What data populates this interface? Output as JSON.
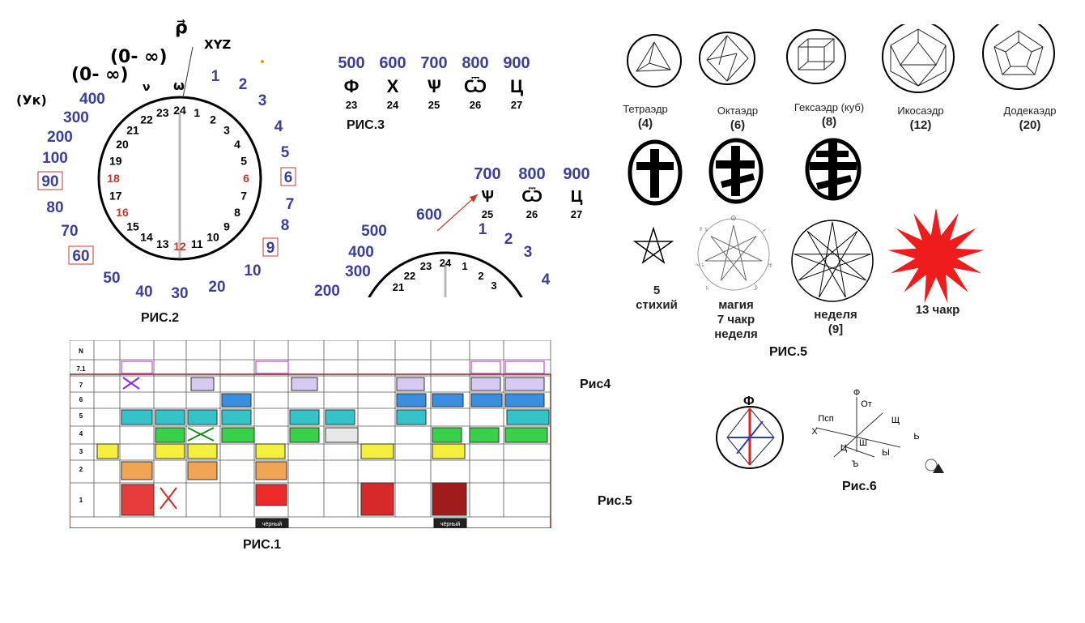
{
  "fig2": {
    "caption": "РИС.2",
    "top_labels": {
      "rho": "ρ⃗",
      "xyz": "XYZ",
      "omega": "ω",
      "inf1": "(0- ∞)",
      "inf2": "(0- ∞)",
      "uk": "(Ук)",
      "nu": "ν"
    },
    "outer_numbers": [
      "1",
      "2",
      "3",
      "4",
      "5",
      "6",
      "7",
      "8",
      "9",
      "10",
      "20",
      "30",
      "40",
      "50",
      "60",
      "70",
      "80",
      "90",
      "100",
      "200",
      "300",
      "400"
    ],
    "boxed_numbers": [
      "6",
      "9",
      "60",
      "90"
    ],
    "ring_hours": [
      "24",
      "1",
      "2",
      "3",
      "4",
      "5",
      "6",
      "7",
      "8",
      "9",
      "10",
      "11",
      "12",
      "13",
      "14",
      "15",
      "16",
      "17",
      "18",
      "19",
      "20",
      "21",
      "22",
      "23"
    ],
    "red_hours": [
      "6",
      "12",
      "16",
      "18"
    ]
  },
  "fig3": {
    "caption": "РИС.3",
    "numbers": [
      "500",
      "600",
      "700",
      "800",
      "900"
    ],
    "letters": [
      "Ф",
      "Х",
      "Ѱ",
      "Ѿ",
      "Ц"
    ],
    "indices": [
      "23",
      "24",
      "25",
      "26",
      "27"
    ]
  },
  "fig3b": {
    "top_numbers": [
      "700",
      "800",
      "900"
    ],
    "top_letters": [
      "Ѱ",
      "Ѿ",
      "Ц"
    ],
    "top_indices": [
      "25",
      "26",
      "27"
    ],
    "arc_numbers": [
      "600",
      "500",
      "400",
      "300",
      "200",
      "1",
      "2",
      "3",
      "4"
    ],
    "ring_hours": [
      "21",
      "22",
      "23",
      "24",
      "1",
      "2",
      "3"
    ]
  },
  "fig5": {
    "caption": "РИС.5",
    "solids": [
      {
        "name": "Тетраэдр",
        "count": "(4)"
      },
      {
        "name": "Октаэдр",
        "count": "(6)"
      },
      {
        "name": "Гексаэдр (куб)",
        "count": "(8)"
      },
      {
        "name": "Икосаэдр",
        "count": "(12)"
      },
      {
        "name": "Додекаэдр",
        "count": "(20)"
      }
    ],
    "stars": [
      {
        "line1": "5",
        "line2": "стихий"
      },
      {
        "line1": "магия",
        "line2": "7 чакр",
        "line3": "неделя"
      },
      {
        "line1": "неделя",
        "line2": "(9]"
      },
      {
        "line1": "13 чакр"
      }
    ]
  },
  "fig1": {
    "caption": "РИС.1",
    "rows": [
      "7.1",
      "7",
      "6",
      "5",
      "4",
      "3",
      "2",
      "1"
    ],
    "header_first": "N",
    "black_label": "чёрный"
  },
  "fig4": {
    "caption": "Рис4"
  },
  "fig5b": {
    "caption": "Рис.5"
  },
  "fig6": {
    "caption": "Рис.6",
    "top_letter": "Ф",
    "labels": [
      "Ф",
      "От",
      "Псп",
      "Х",
      "Щ",
      "Ш",
      "Ы",
      "Ь",
      "Ц",
      "Ъ"
    ]
  }
}
